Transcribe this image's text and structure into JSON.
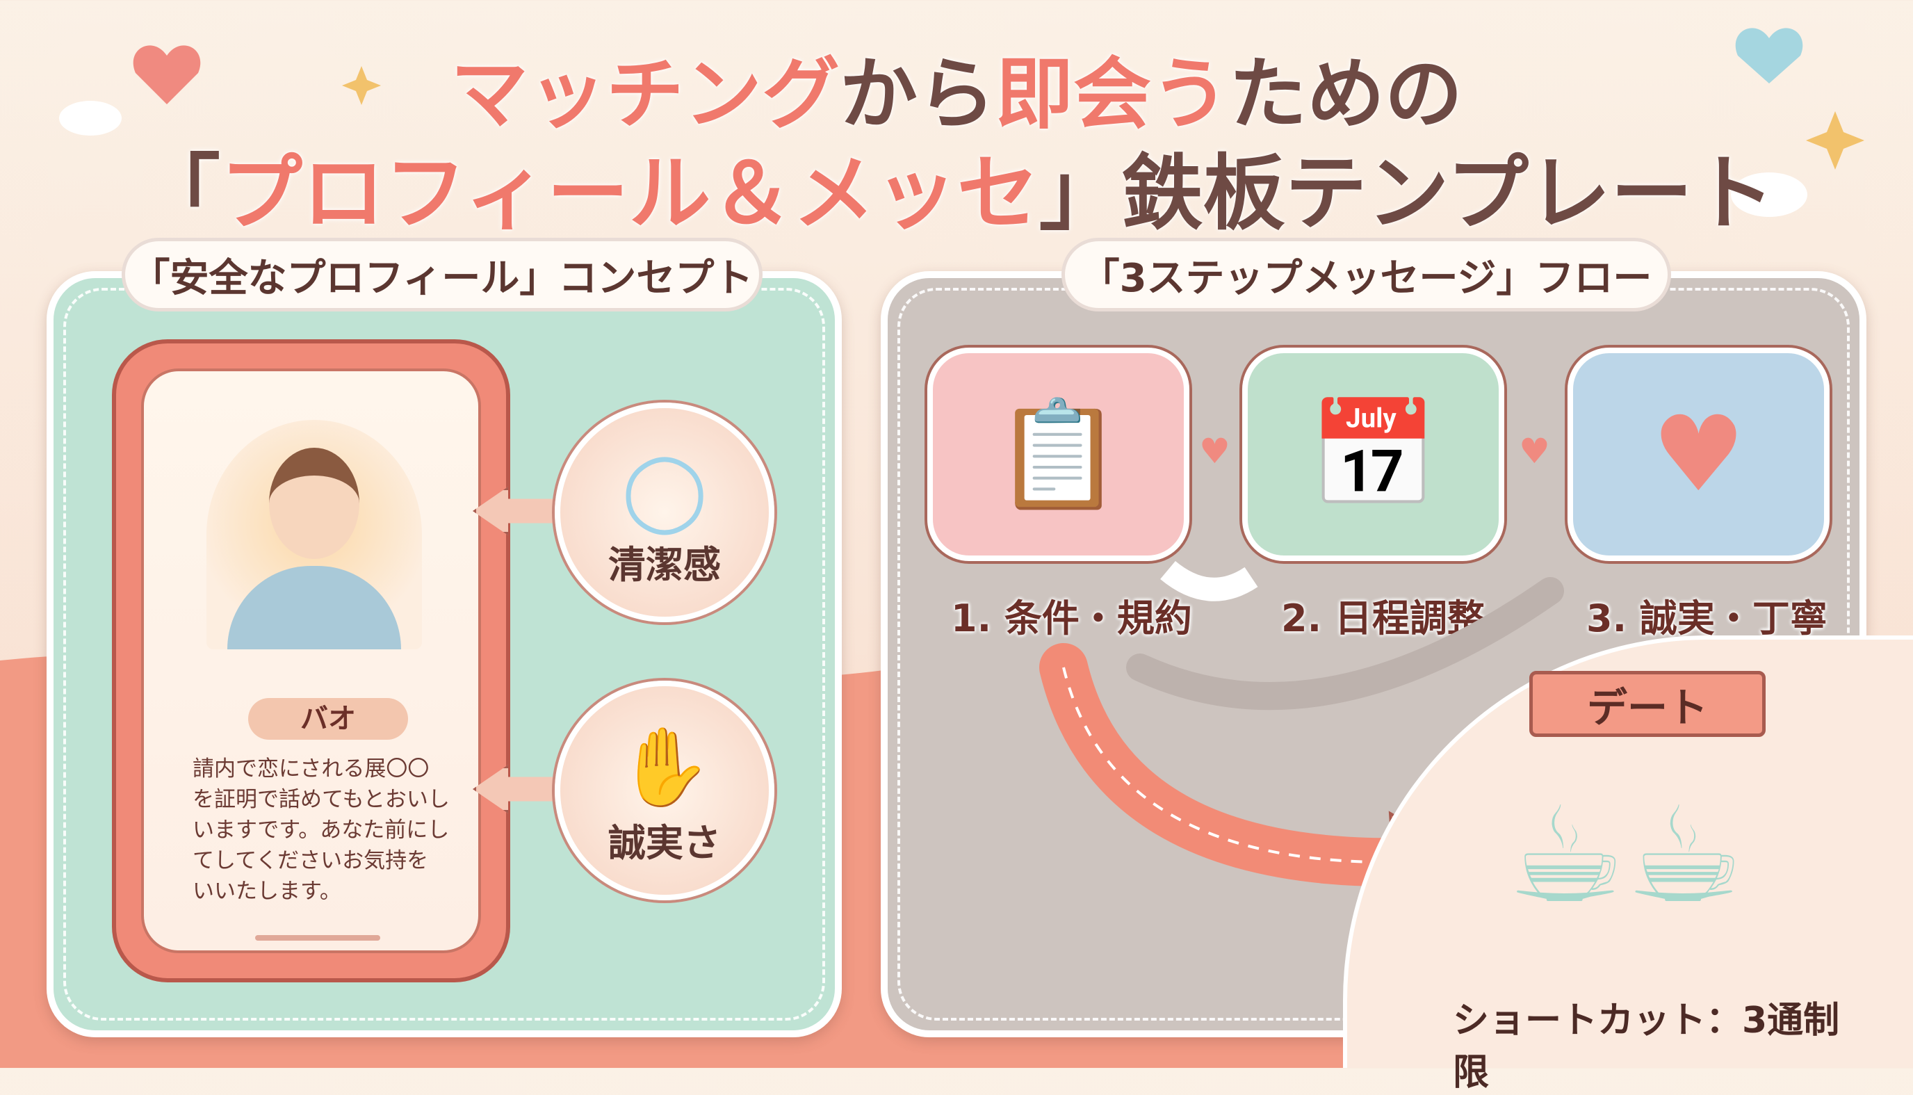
{
  "title": {
    "line1_parts": [
      "マッチング",
      "から",
      "即会う",
      "ための"
    ],
    "line2_parts": [
      "「",
      "プロフィール＆メッセ",
      "」鉄板テンプレート"
    ]
  },
  "left_panel": {
    "label": "「安全なプロフィール」コンセプト",
    "bio": {
      "heading": "バオ",
      "text": "請内で恋にされる展〇〇を証明で話めてもとおいしいますです。あなた前にしてしてくださいお気持をいいたします。"
    },
    "traits": [
      {
        "label": "清潔感",
        "icon": "soap-bubble-icon"
      },
      {
        "label": "誠実さ",
        "icon": "hand-icon"
      }
    ]
  },
  "right_panel": {
    "label": "「3ステップメッセージ」フロー",
    "steps": [
      {
        "label": "1. 条件・規約",
        "icon": "clipboard-handshake-icon",
        "color": "#f7c4c4"
      },
      {
        "label": "2. 日程調整",
        "icon": "calendar-clock-icon",
        "color": "#bfe0cc"
      },
      {
        "label": "3. 誠実・丁寧",
        "icon": "heart-gift-icon",
        "color": "#bcd6e8"
      }
    ],
    "goal": {
      "ribbon": "デート",
      "caption": "ショートカット：3通制限",
      "icon": "coffee-cups-icon"
    }
  },
  "colors": {
    "accent": "#f0796c",
    "mint": "#bfe3d4",
    "gray": "#cdc4bf",
    "brown": "#6e3a33"
  }
}
